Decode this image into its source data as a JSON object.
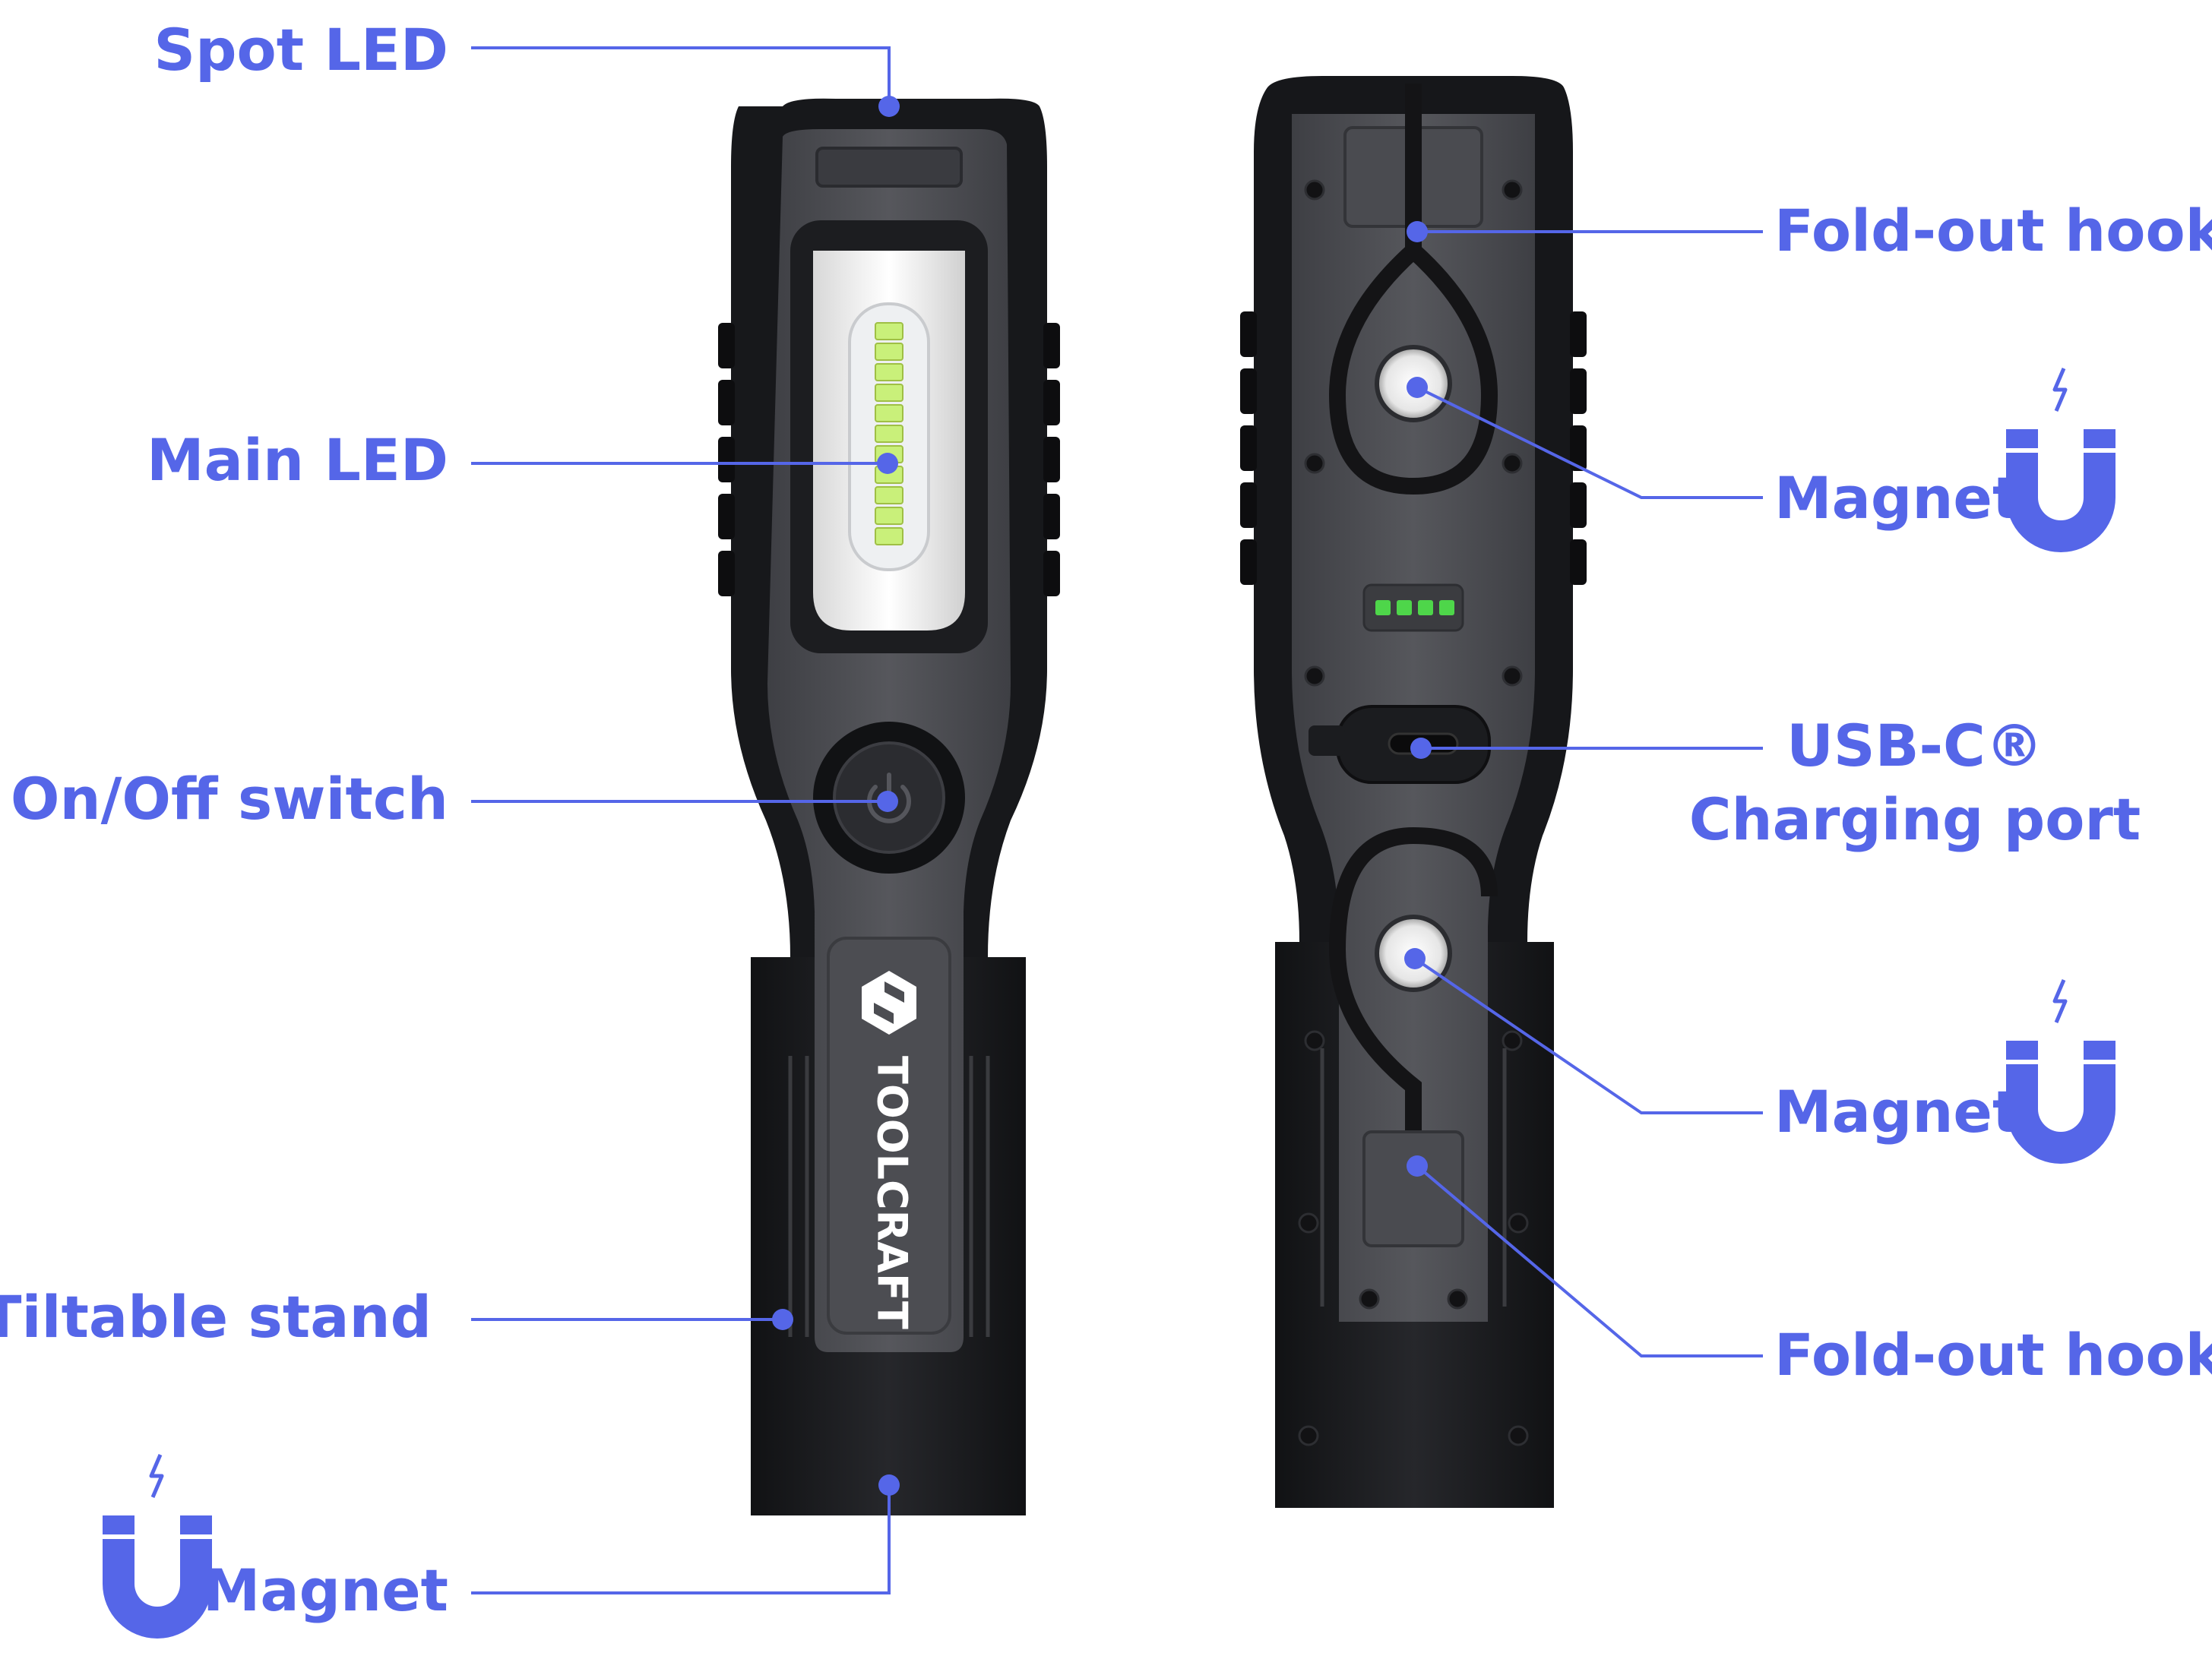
{
  "colors": {
    "accent": "#5566e8",
    "body_dark": "#1b1c1f",
    "panel_grey": "#4a4b50",
    "led_green": "#4ed64a"
  },
  "brand": {
    "name": "TOOLCRAFT",
    "logo_icon": "toolcraft-hexagon-logo-icon"
  },
  "callouts": {
    "spot_led": "Spot LED",
    "main_led": "Main LED",
    "on_off_switch": "On/Off switch",
    "tiltable_stand": "Tiltable stand",
    "magnet_bottom": "Magnet",
    "fold_out_hook_top": "Fold-out hook",
    "magnet_top": "Magnet",
    "usb_c_line1": "USB-C®",
    "usb_c_line2": "Charging port",
    "magnet_middle": "Magnet",
    "fold_out_hook_bottom": "Fold-out hook"
  },
  "icons": {
    "magnet": "magnet-icon",
    "charge_indicator_segments": 4
  }
}
